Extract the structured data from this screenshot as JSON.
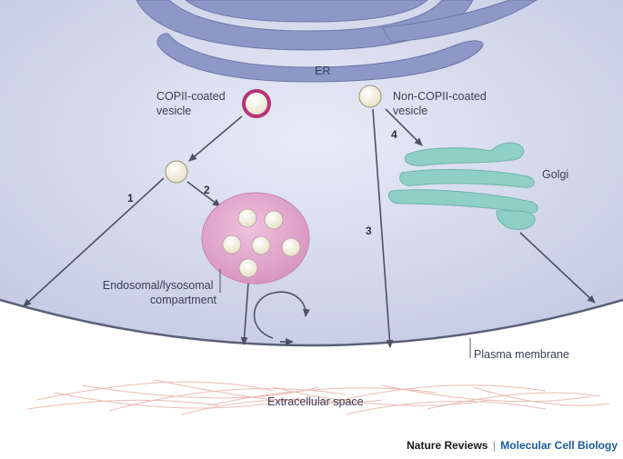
{
  "labels": {
    "er": "ER",
    "copii_vesicle": [
      "COPII-coated",
      "vesicle"
    ],
    "non_copii_vesicle": [
      "Non-COPII-coated",
      "vesicle"
    ],
    "golgi": "Golgi",
    "endosomal": [
      "Endosomal/lysosomal",
      "compartment"
    ],
    "plasma_membrane": "Plasma membrane",
    "extracellular": "Extracellular space"
  },
  "pathway_numbers": {
    "p1": "1",
    "p2": "2",
    "p3": "3",
    "p4": "4"
  },
  "credit": {
    "publisher": "Nature Reviews",
    "separator": "|",
    "journal": "Molecular Cell Biology"
  },
  "colors": {
    "cell_interior": "#d4d9ee",
    "er": "#8e97c8",
    "copii_coat": "#b8337a",
    "vesicle": "#f3f0de",
    "golgi": "#8fd0c6",
    "endosome": "#e2a9cc",
    "fibres": "#e8b5ad",
    "arrow": "#4d5163"
  }
}
